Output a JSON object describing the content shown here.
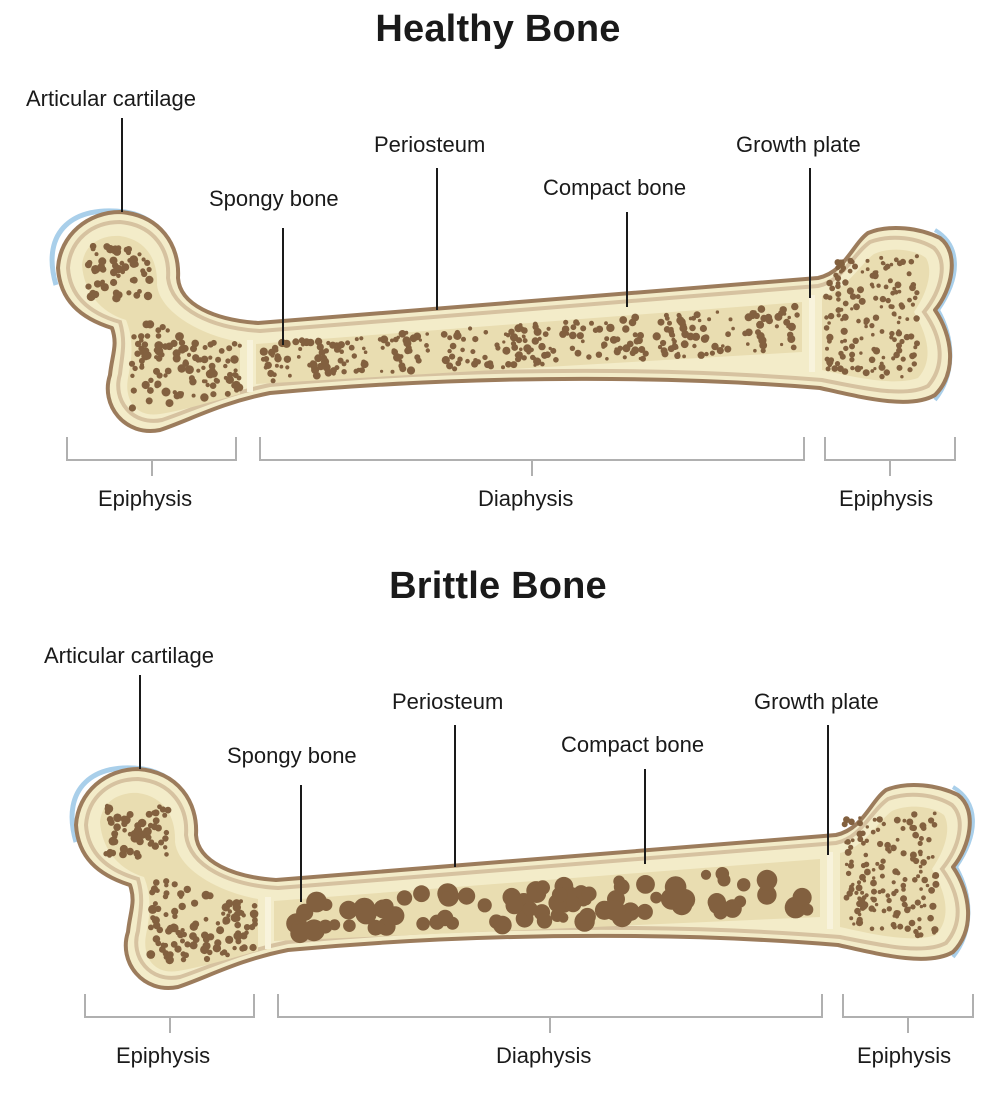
{
  "colors": {
    "cartilage": "#a9cfea",
    "bone_outline": "#9c7c5c",
    "periosteum": "#d6c2a0",
    "bone_fill": "#f3ecc9",
    "spongy_fill": "#e9ddb1",
    "trabeculae": "#82603f",
    "leader_line": "#1a1a1a",
    "bracket": "#b0b0b0"
  },
  "panels": [
    {
      "title": "Healthy Bone",
      "labels": {
        "articular_cartilage": "Articular cartilage",
        "spongy_bone": "Spongy bone",
        "periosteum": "Periosteum",
        "compact_bone": "Compact bone",
        "growth_plate": "Growth plate",
        "epiphysis_left": "Epiphysis",
        "diaphysis": "Diaphysis",
        "epiphysis_right": "Epiphysis"
      }
    },
    {
      "title": "Brittle Bone",
      "labels": {
        "articular_cartilage": "Articular cartilage",
        "spongy_bone": "Spongy bone",
        "periosteum": "Periosteum",
        "compact_bone": "Compact bone",
        "growth_plate": "Growth plate",
        "epiphysis_left": "Epiphysis",
        "diaphysis": "Diaphysis",
        "epiphysis_right": "Epiphysis"
      }
    }
  ]
}
